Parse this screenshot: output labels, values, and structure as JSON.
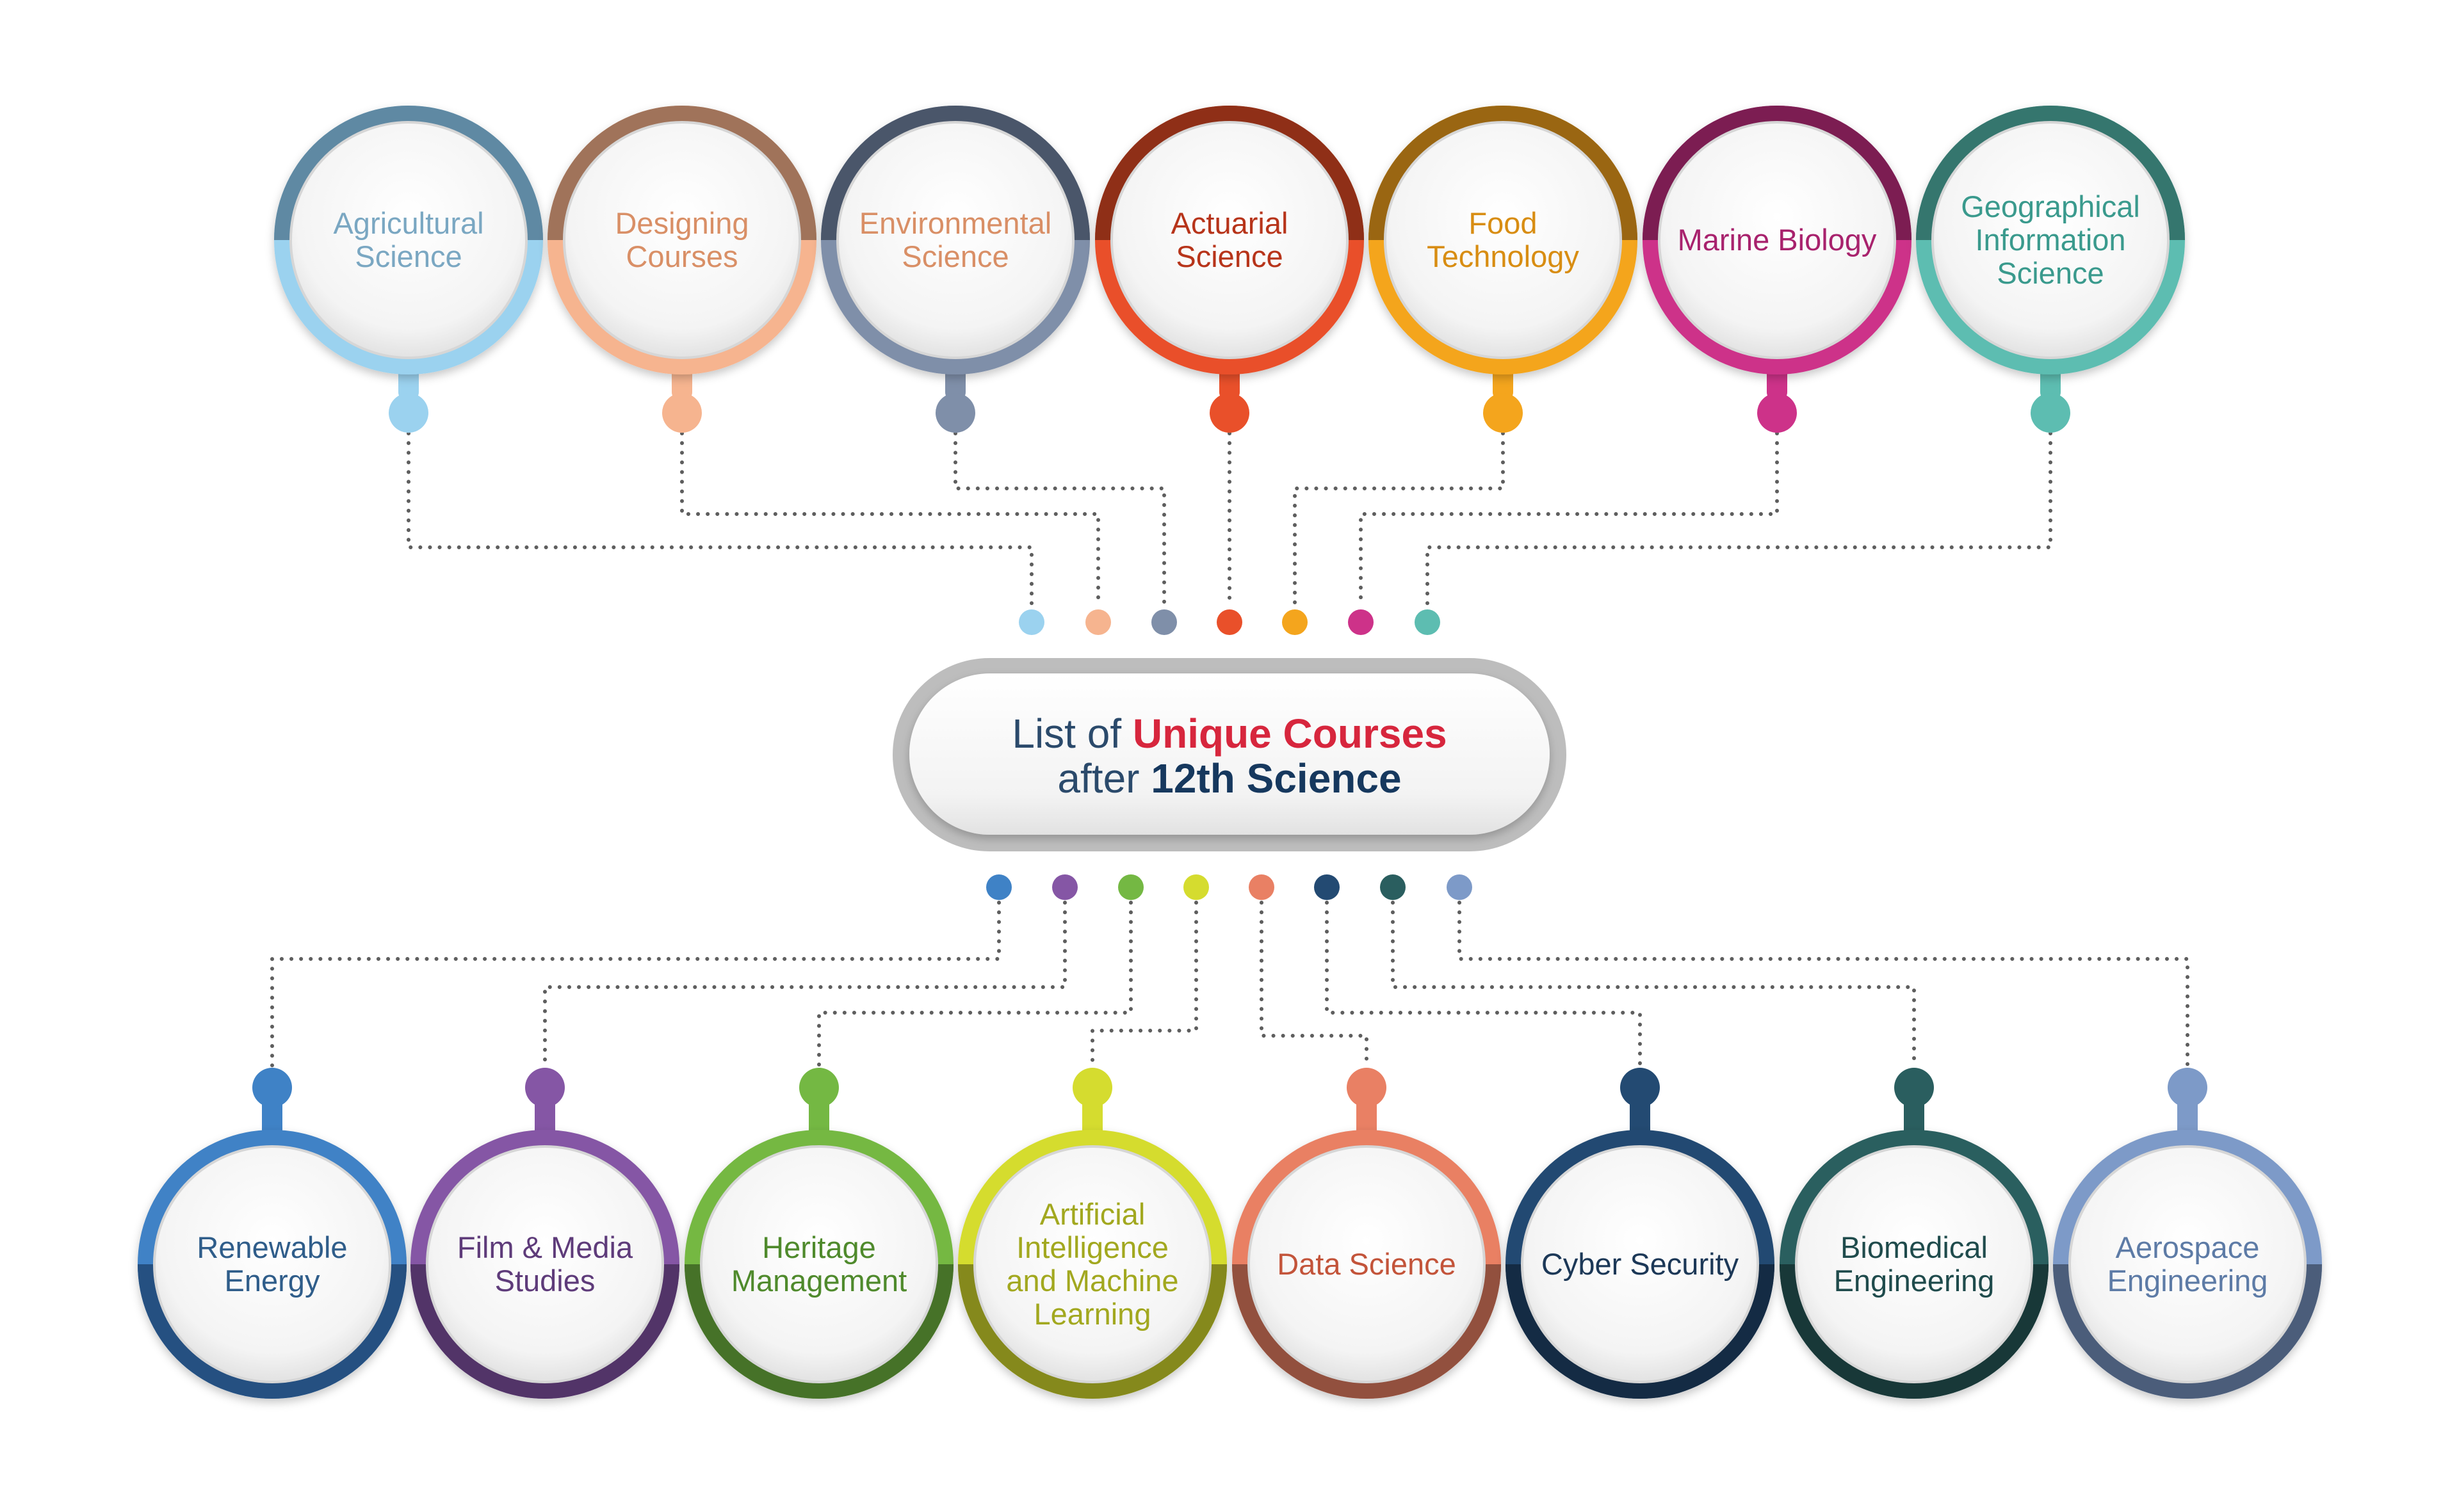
{
  "center": {
    "line1_prefix": "List of ",
    "line1_highlight": "Unique Courses",
    "line2_prefix": "after ",
    "line2_highlight": "12th Science",
    "prefix_color": "#2b4a6b",
    "highlight1_color": "#d7263d",
    "highlight2_color": "#16385e"
  },
  "courses_top": [
    {
      "lines": [
        "Agricultural",
        "Science"
      ],
      "color": "#9bd2ef",
      "dark": "#5f89a3",
      "text_color": "#7aa7c2"
    },
    {
      "lines": [
        "Designing",
        "Courses"
      ],
      "color": "#f6b48f",
      "dark": "#a0735a",
      "text_color": "#d98f66"
    },
    {
      "lines": [
        "Environmental",
        "Science"
      ],
      "color": "#7f8fa9",
      "dark": "#4a566a",
      "text_color": "#d98f66"
    },
    {
      "lines": [
        "Actuarial",
        "Science"
      ],
      "color": "#e9502a",
      "dark": "#8f2f17",
      "text_color": "#b7341a"
    },
    {
      "lines": [
        "Food",
        "Technology"
      ],
      "color": "#f4a51d",
      "dark": "#9a6612",
      "text_color": "#d88d12"
    },
    {
      "lines": [
        "Marine Biology"
      ],
      "color": "#cd3289",
      "dark": "#7c1d52",
      "text_color": "#a8226d"
    },
    {
      "lines": [
        "Geographical",
        "Information",
        "Science"
      ],
      "color": "#5dbdb1",
      "dark": "#35766e",
      "text_color": "#3a9a8d"
    }
  ],
  "courses_bottom": [
    {
      "lines": [
        "Renewable",
        "Energy"
      ],
      "color": "#3f82c6",
      "dark": "#255081",
      "text_color": "#2f5d8a"
    },
    {
      "lines": [
        "Film & Media",
        "Studies"
      ],
      "color": "#8556a5",
      "dark": "#523468",
      "text_color": "#5e3b7a"
    },
    {
      "lines": [
        "Heritage",
        "Management"
      ],
      "color": "#74b843",
      "dark": "#467228",
      "text_color": "#4f8a2c"
    },
    {
      "lines": [
        "Artificial",
        "Intelligence",
        "and Machine",
        "Learning"
      ],
      "color": "#d5dc2f",
      "dark": "#85891c",
      "text_color": "#a2a81f"
    },
    {
      "lines": [
        "Data Science"
      ],
      "color": "#e98064",
      "dark": "#92503e",
      "text_color": "#c3543a"
    },
    {
      "lines": [
        "Cyber Security"
      ],
      "color": "#234a72",
      "dark": "#142b44",
      "text_color": "#1c3857"
    },
    {
      "lines": [
        "Biomedical",
        "Engineering"
      ],
      "color": "#2a5e5f",
      "dark": "#183838",
      "text_color": "#1f4b4c"
    },
    {
      "lines": [
        "Aerospace",
        "Engineering"
      ],
      "color": "#7d9ac8",
      "dark": "#4b5d7a",
      "text_color": "#5d7ba6"
    }
  ]
}
